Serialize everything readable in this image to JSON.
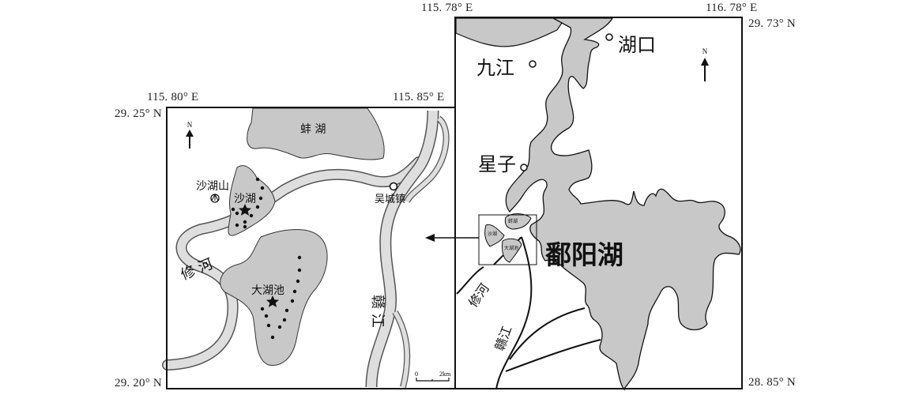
{
  "inset_map": {
    "coords": {
      "top_left_lon": "115. 80° E",
      "top_right_lon": "115. 85° E",
      "top_lat": "29. 25° N",
      "bottom_lat": "29. 20° N"
    },
    "labels": {
      "beng_lake": "蚌 湖",
      "shahu_mountain": "沙湖山",
      "shahu_lake": "沙湖",
      "dahuchi_lake": "大湖池",
      "xiu_river": "修 河",
      "gan_river": "赣 江",
      "wucheng_town": "吴城镇"
    },
    "north_arrow": "N",
    "scale_bar": {
      "start": "0",
      "end": "2km"
    }
  },
  "overview_map": {
    "coords": {
      "left_lon": "115. 78° E",
      "right_lon": "116. 78° E",
      "top_lat": "29. 73° N",
      "bottom_lat": "28. 85° N"
    },
    "labels": {
      "jiujiang": "九江",
      "hukou": "湖口",
      "xingzi": "星子",
      "poyang_lake": "鄱阳湖",
      "xiu_river": "修河",
      "gan_river": "赣江",
      "mini_beng": "蚌湖",
      "mini_shahu": "沙湖",
      "mini_dahuchi": "大湖池"
    },
    "north_arrow": "N"
  },
  "colors": {
    "water": "#c8c8c8",
    "outline": "#111111",
    "river_fill": "#dedede"
  }
}
